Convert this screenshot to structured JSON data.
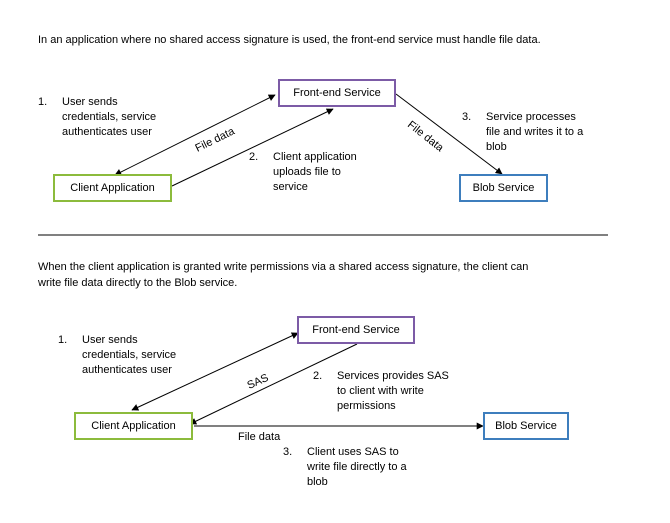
{
  "top": {
    "caption": "In an application where no shared access signature is used, the front-end service must handle file data.",
    "boxes": {
      "frontend": "Front-end Service",
      "client": "Client Application",
      "blob": "Blob Service"
    },
    "steps": [
      {
        "num": "1.",
        "lines": [
          "User sends",
          "credentials, service",
          "authenticates user"
        ]
      },
      {
        "num": "2.",
        "lines": [
          "Client application",
          "uploads file to",
          "service"
        ]
      },
      {
        "num": "3.",
        "lines": [
          "Service processes",
          "file and writes it to a",
          "blob"
        ]
      }
    ],
    "labels": {
      "file_data_left": "File data",
      "file_data_right": "File data"
    }
  },
  "bottom": {
    "caption_line1": "When the  client application is granted write permissions via a shared access signature, the client can",
    "caption_line2": "write file data directly to the Blob service.",
    "boxes": {
      "frontend": "Front-end Service",
      "client": "Client Application",
      "blob": "Blob Service"
    },
    "steps": [
      {
        "num": "1.",
        "lines": [
          "User sends",
          "credentials, service",
          "authenticates user"
        ]
      },
      {
        "num": "2.",
        "lines": [
          "Services provides SAS",
          "to client with write",
          "permissions"
        ]
      },
      {
        "num": "3.",
        "lines": [
          "Client uses SAS to",
          "write file directly to a",
          "blob"
        ]
      }
    ],
    "labels": {
      "sas": "SAS",
      "file_data": "File data"
    }
  },
  "colors": {
    "client_border": "#8cbb3c",
    "frontend_border": "#7c5ba6",
    "blob_border": "#3e7ebd"
  }
}
